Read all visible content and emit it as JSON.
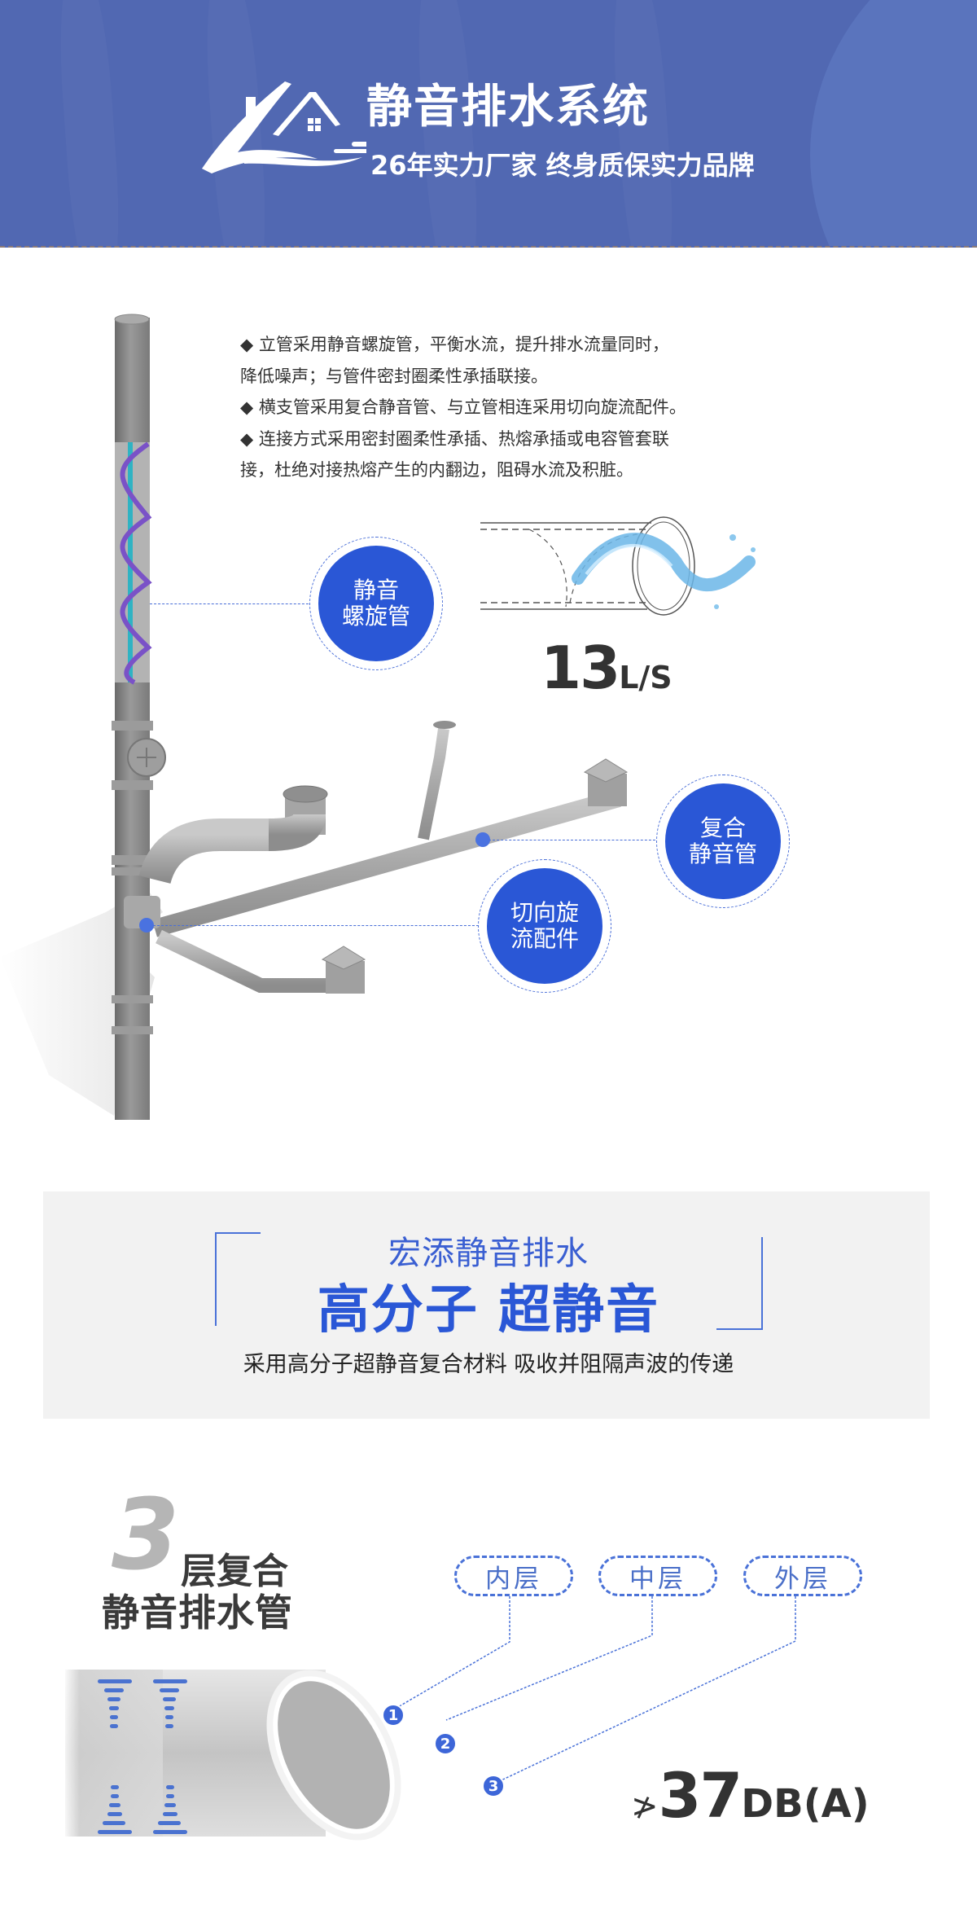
{
  "header": {
    "title": "静音排水系统",
    "subtitle": "26年实力厂家 终身质保实力品牌",
    "logo_icon": "house-logo-icon",
    "colors": {
      "background": "#5168b2",
      "arc": "#5a74bd",
      "text": "#ffffff"
    }
  },
  "features": {
    "bullet_icon": "diamond-bullet-icon",
    "lines": [
      "◆ 立管采用静音螺旋管，平衡水流，提升排水流量同时，",
      "降低噪声；与管件密封圈柔性承插联接。",
      "◆ 横支管采用复合静音管、与立管相连采用切向旋流配件。",
      "◆ 连接方式采用密封圈柔性承插、热熔承插或电容管套联",
      "接，杜绝对接热熔产生的内翻边，阻碍水流及积脏。"
    ]
  },
  "callouts": [
    {
      "line1": "静音",
      "line2": "螺旋管"
    },
    {
      "line1": "复合",
      "line2": "静音管"
    },
    {
      "line1": "切向旋",
      "line2": "流配件"
    }
  ],
  "flow_rate": {
    "value": "13",
    "unit": "L/S"
  },
  "band": {
    "subtitle": "宏添静音排水",
    "title": "高分子 超静音",
    "description": "采用高分子超静音复合材料 吸收并阻隔声波的传递",
    "colors": {
      "background": "#f2f2f2",
      "accent": "#2a57d6"
    }
  },
  "layers": {
    "number": "3",
    "title_line1": "层复合",
    "title_line2": "静音排水管",
    "labels": [
      "内层",
      "中层",
      "外层"
    ],
    "badges": [
      "1",
      "2",
      "3"
    ],
    "noise": {
      "symbol": "≯",
      "value": "37",
      "unit": "DB(A)"
    }
  },
  "colors": {
    "accent": "#2a57d6",
    "dash": "#4a72d8",
    "text": "#333333"
  }
}
